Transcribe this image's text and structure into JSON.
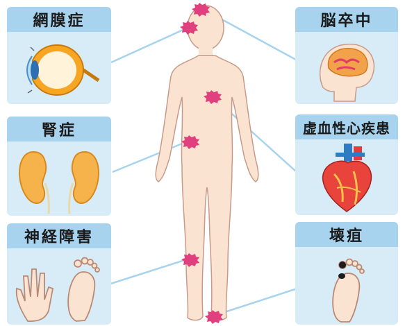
{
  "conditions": {
    "retinopathy": "網膜症",
    "kidney": "腎症",
    "neuropathy": "神経障害",
    "stroke": "脳卒中",
    "heart": "虚血性心疾患",
    "gangrene": "壊疽"
  },
  "colors": {
    "card_bg": "#d8ecf7",
    "title_bg": "#a7d3ee",
    "skin": "#fbe3d2",
    "skin_outline": "#c79a8a",
    "marker": "#e0417e",
    "line": "#a7d3ee"
  },
  "icons": {
    "retinopathy": "eye-icon",
    "kidney": "kidney-icon",
    "neuropathy": "hand-foot-icon",
    "stroke": "brain-icon",
    "heart": "heart-icon",
    "gangrene": "foot-icon"
  }
}
